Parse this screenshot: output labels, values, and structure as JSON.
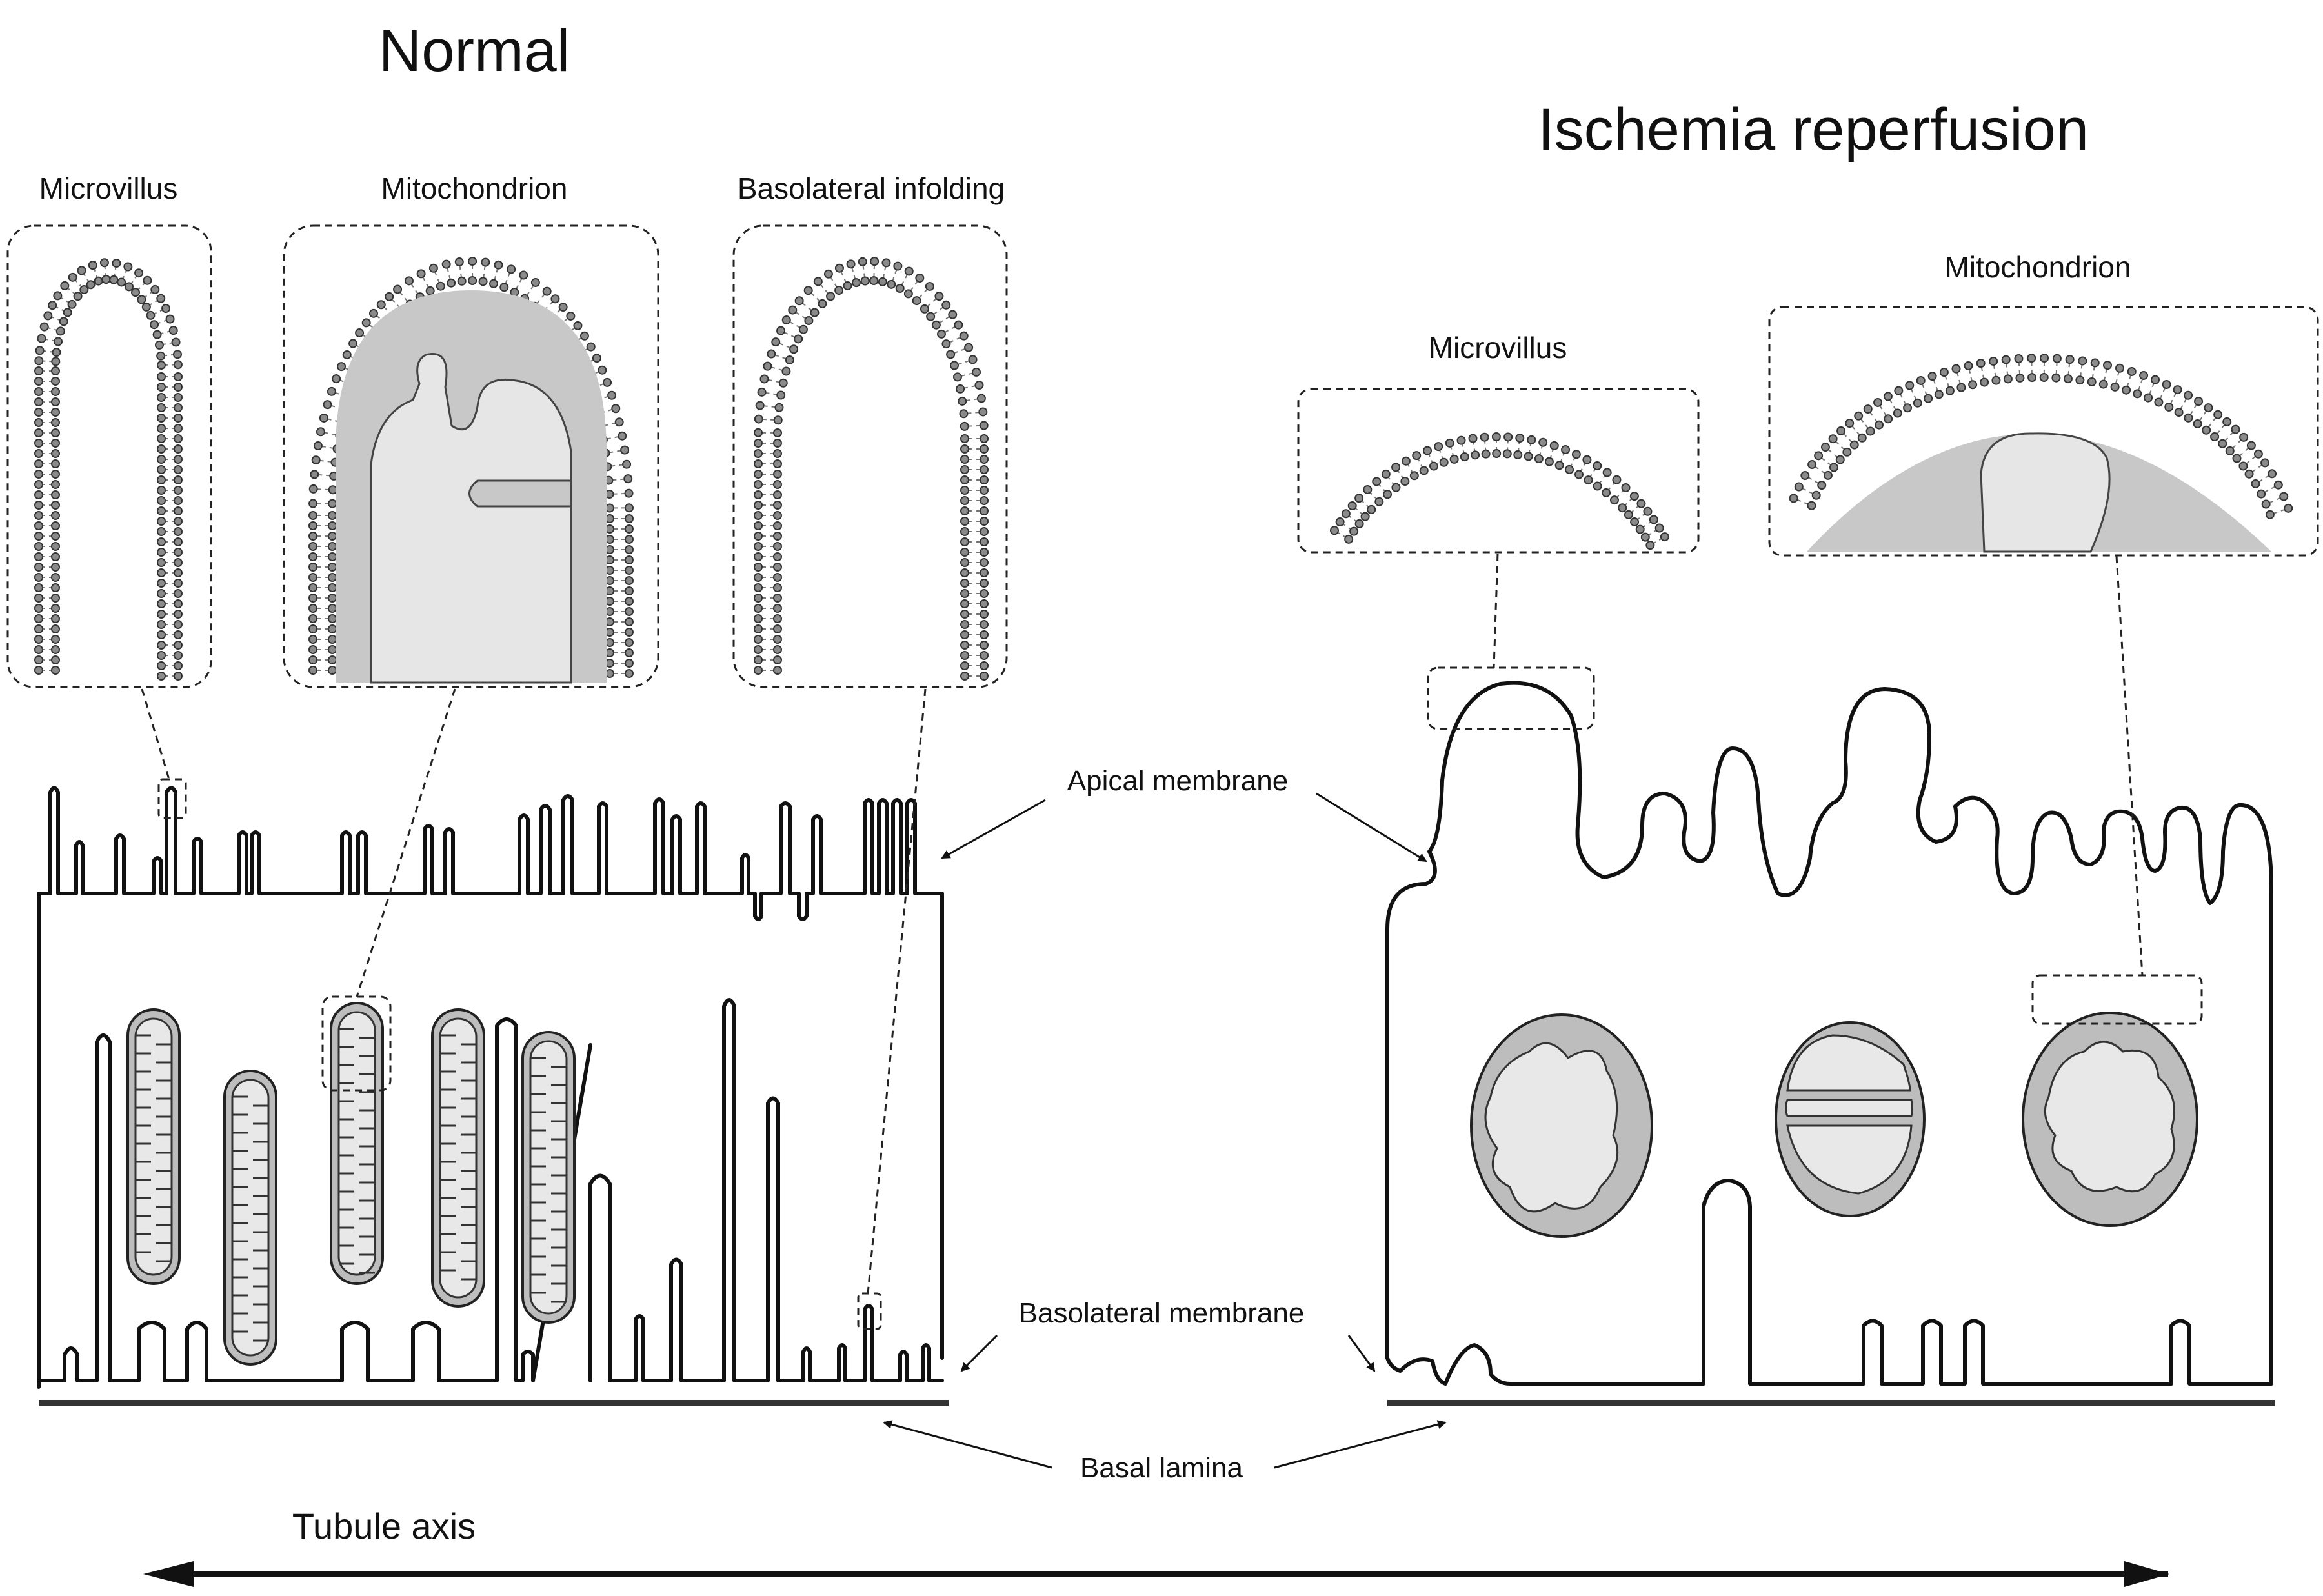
{
  "normal": {
    "title": "Normal",
    "insets": {
      "microvillus": "Microvillus",
      "mitochondrion": "Mitochondrion",
      "basolateral_infolding": "Basolateral infolding"
    }
  },
  "ischemia": {
    "title": "Ischemia reperfusion",
    "insets": {
      "microvillus": "Microvillus",
      "mitochondrion": "Mitochondrion"
    }
  },
  "labels": {
    "apical_membrane": "Apical membrane",
    "basolateral_membrane": "Basolateral membrane",
    "basal_lamina": "Basal lamina",
    "tubule_axis": "Tubule axis"
  }
}
